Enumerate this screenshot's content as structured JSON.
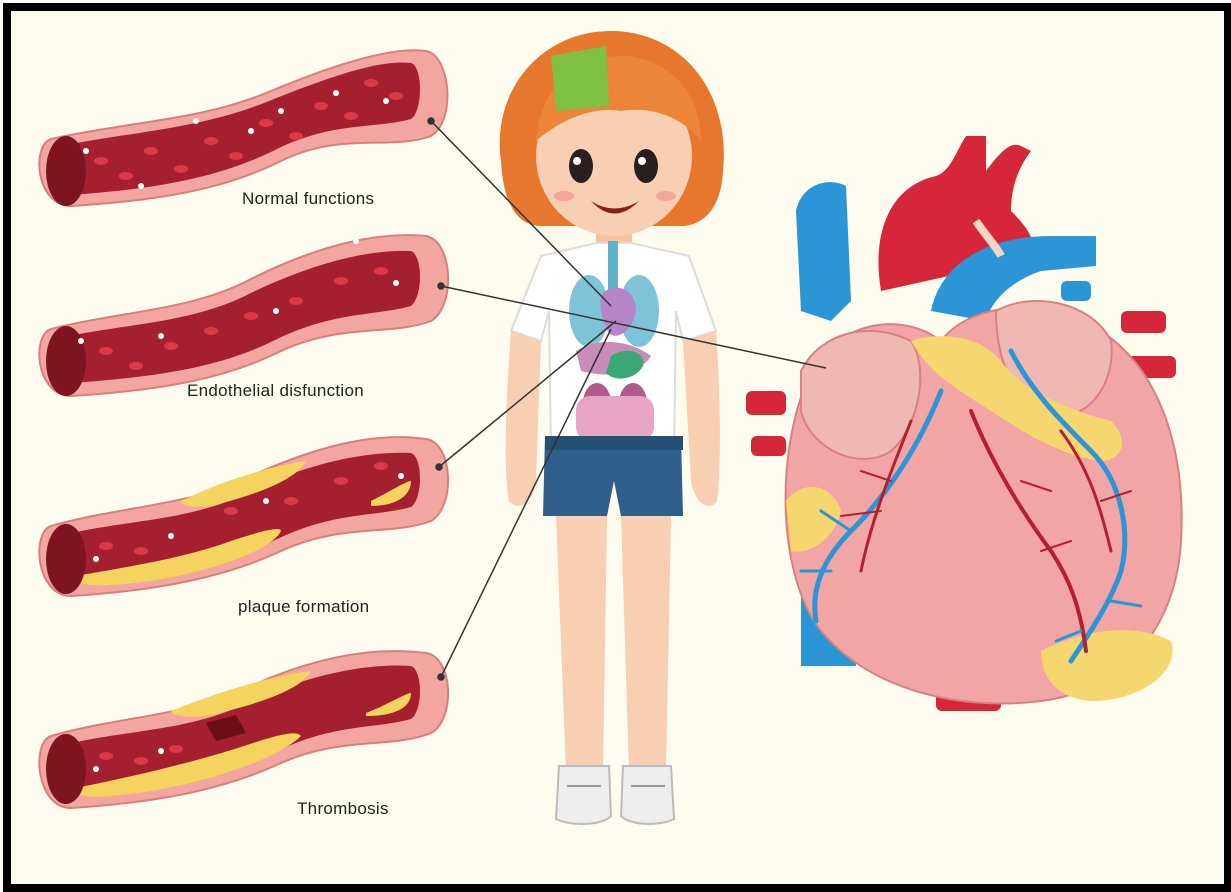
{
  "labels": {
    "normal": "Normal functions",
    "endothelial": "Endothelial disfunction",
    "plaque": "plaque formation",
    "thrombosis": "Thrombosis"
  },
  "colors": {
    "background": "#fdfcef",
    "frame": "#000000",
    "vessel_outer": "#f3a6a0",
    "vessel_inner": "#a5202e",
    "blood_cell": "#d0303f",
    "plaque": "#f4d35e",
    "heart_muscle": "#f2a5a5",
    "artery_red": "#d6263a",
    "vein_blue": "#2b95d6",
    "fat_yellow": "#f6d76f",
    "hair": "#e8772e",
    "shorts": "#2f5f8a",
    "green_patch": "#7fc241"
  },
  "icons": [
    "blood-vessel-illustration",
    "girl-figure-illustration",
    "human-heart-illustration"
  ]
}
